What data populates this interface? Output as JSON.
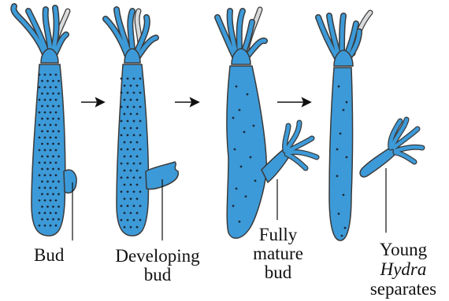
{
  "colors": {
    "body_fill": "#3d9ad8",
    "outline": "#3a3a3a",
    "spot": "#1a2a3a",
    "ghost_tentacle": "#d9dadb",
    "arrow": "#111111",
    "leader": "#111111"
  },
  "labels": {
    "bud": "Bud",
    "developing_line1": "Developing",
    "developing_line2": "bud",
    "mature_line1": "Fully",
    "mature_line2": "mature",
    "mature_line3": "bud",
    "young_line1": "Young",
    "young_line2": "Hydra",
    "young_line3": "separates"
  },
  "stages": [
    {
      "name": "stage-1",
      "caption_key": "bud"
    },
    {
      "name": "stage-2",
      "caption_key": "developing"
    },
    {
      "name": "stage-3",
      "caption_key": "mature"
    },
    {
      "name": "stage-4",
      "caption_key": "young"
    }
  ],
  "arrows": [
    "arrow-1",
    "arrow-2",
    "arrow-3"
  ]
}
